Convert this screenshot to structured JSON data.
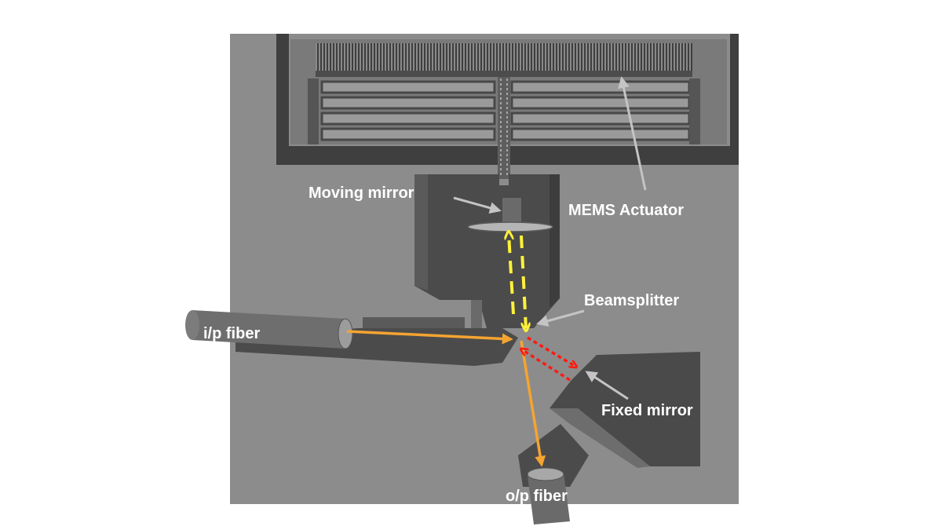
{
  "labels": {
    "moving_mirror": "Moving mirror",
    "mems_actuator": "MEMS Actuator",
    "beamsplitter": "Beamsplitter",
    "input_fiber": "i/p fiber",
    "fixed_mirror": "Fixed mirror",
    "output_fiber": "o/p fiber"
  },
  "colors": {
    "background": "#ffffff",
    "substrate": "#8c8c8c",
    "etched_region": "#4b4b4b",
    "fiber": "#6c6c6c",
    "input_beam": "#f5a431",
    "output_beam": "#f5a431",
    "moving_mirror_path": "#fff23a",
    "fixed_mirror_path": "#ff1a12",
    "pointer_arrows": "#bfbfbf",
    "label_text": "#ffffff"
  }
}
